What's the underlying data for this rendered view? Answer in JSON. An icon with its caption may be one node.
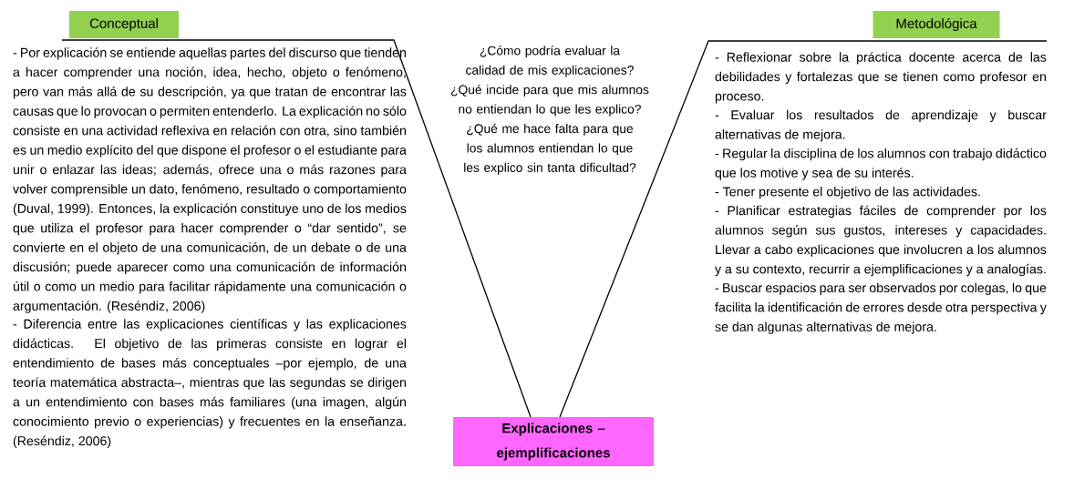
{
  "diagram": {
    "nodes": [
      {
        "text": [
          "Conceptual"
        ]
      },
      {
        "text": [
          "Metodológica"
        ]
      },
      {
        "text": [
          "Explicaciones – ejemplificaciones"
        ]
      }
    ],
    "labels": [
      "- Por explicación se entiende aquellas partes del discurso que tienden a hacer comprender una noción, idea, hecho, objeto o fenómeno, pero van más allá de su descripción, ya que tratan de encontrar las causas que lo provocan o permiten entenderlo. La explicación no sólo consiste en una actividad reflexiva en relación con otra, sino también es un medio explícito del que dispone el profesor o el estudiante para unir o enlazar las ideas; además, ofrece una o más razones para volver comprensible un dato, fenómeno, resultado o comportamiento (Duval, 1999). Entonces, la explicación constituye uno de los medios que utiliza el profesor para hacer comprender o “dar sentido”, se convierte en el objeto de una comunicación, de un debate o de una discusión; puede aparecer como una comunicación de información útil o como un medio para facilitar rápidamente una comunicación o argumentación. (Reséndiz, 2006)",
      "- Diferencia entre las explicaciones científicas y las explicaciones didácticas. El objetivo de las primeras consiste en lograr el entendimiento de bases más conceptuales –por ejemplo, de una teoría matemática abstracta–, mientras que las segundas se dirigen a un entendimiento con bases más familiares (una imagen, algún conocimiento previo o experiencias) y frecuentes en la enseñanza. (Reséndiz, 2006)",
      "¿Cómo podría evaluar la calidad de mis explicaciones?",
      "¿Qué incide para que mis alumnos no entiendan lo que les explico?",
      "¿Qué me hace falta para que los alumnos entiendan lo que les explico sin tanta dificultad?",
      "- Reflexionar sobre la práctica docente acerca de las debilidades y fortalezas que se tienen como profesor en proceso.",
      "- Evaluar los resultados de aprendizaje y buscar alternativas de mejora.",
      "- Regular la disciplina de los alumnos con trabajo didáctico que los motive y sea de su interés.",
      "- Tener presente el objetivo de las actividades.",
      "- Planificar estrategias fáciles de comprender por los alumnos según sus gustos, intereses y capacidades. Llevar a cabo explicaciones que involucren a los alumnos y a su contexto, recurrir a ejemplificaciones y a analogías.",
      "- Buscar espacios para ser observados por colegas, lo que facilita la identificación de errores desde otra perspectiva y se dan algunas alternativas de mejora."
    ]
  }
}
